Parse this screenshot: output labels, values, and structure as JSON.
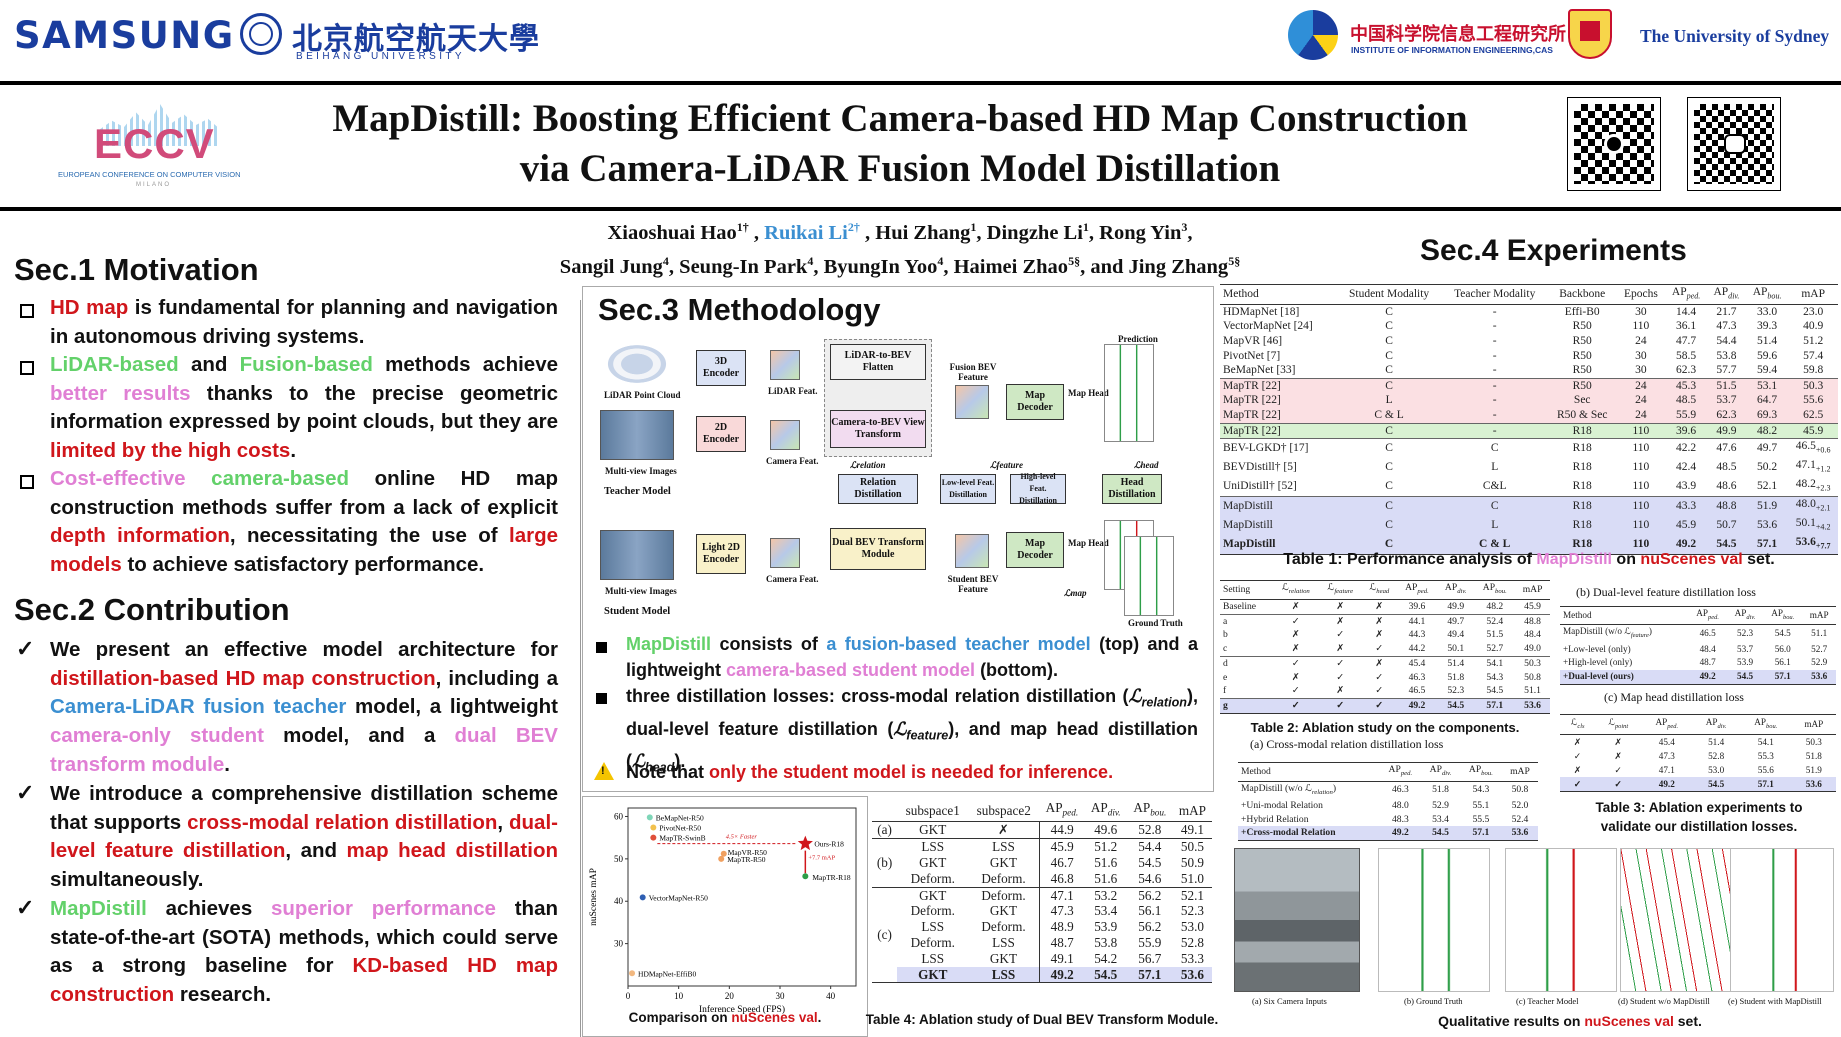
{
  "header": {
    "samsung": "SAMSUNG",
    "beihang_cn": "北京航空航天大學",
    "beihang_en": "BEIHANG UNIVERSITY",
    "cas_cn": "中国科学院信息工程研究所",
    "cas_en": "INSTITUTE OF INFORMATION ENGINEERING,CAS",
    "sydney": "The University of Sydney",
    "eccv_logo": "ECCV",
    "eccv_sub": "EUROPEAN CONFERENCE ON COMPUTER VISION",
    "eccv_city": "MILANO",
    "title_line1": "MapDistill: Boosting Efficient Camera-based HD Map Construction",
    "title_line2": "via Camera-LiDAR Fusion Model Distillation"
  },
  "authors": {
    "line1": [
      {
        "t": "Xiaoshuai Hao",
        "s": "1†"
      },
      {
        "t": " , ",
        "s": ""
      },
      {
        "t": "Ruikai Li",
        "s": "2†",
        "blue": true
      },
      {
        "t": " , Hui Zhang",
        "s": "1"
      },
      {
        "t": ", Dingzhe Li",
        "s": "1"
      },
      {
        "t": ", Rong Yin",
        "s": "3"
      },
      {
        "t": ",",
        "s": ""
      }
    ],
    "line2": [
      {
        "t": "Sangil Jung",
        "s": "4"
      },
      {
        "t": ", Seung-In Park",
        "s": "4"
      },
      {
        "t": ", ByungIn Yoo",
        "s": "4"
      },
      {
        "t": ", Haimei Zhao",
        "s": "5§"
      },
      {
        "t": ", and Jing Zhang",
        "s": "5§"
      }
    ]
  },
  "sec1": {
    "title": "Sec.1 Motivation",
    "items": [
      [
        {
          "t": "HD map",
          "c": "red"
        },
        {
          "t": " is fundamental for planning and navigation in autonomous driving systems."
        }
      ],
      [
        {
          "t": "LiDAR-based",
          "c": "green"
        },
        {
          "t": " and "
        },
        {
          "t": "Fusion-based",
          "c": "green"
        },
        {
          "t": " methods achieve "
        },
        {
          "t": "better results",
          "c": "pink"
        },
        {
          "t": " thanks to the precise geometric information expressed by point clouds, but they are "
        },
        {
          "t": "limited by the high costs",
          "c": "red"
        },
        {
          "t": "."
        }
      ],
      [
        {
          "t": "Cost-effective",
          "c": "pink"
        },
        {
          "t": " "
        },
        {
          "t": "camera-based",
          "c": "green"
        },
        {
          "t": " online HD map construction methods suffer from a lack of explicit "
        },
        {
          "t": "depth information",
          "c": "red"
        },
        {
          "t": ", necessitating the use of "
        },
        {
          "t": "large models",
          "c": "red"
        },
        {
          "t": " to achieve satisfactory performance."
        }
      ]
    ]
  },
  "sec2": {
    "title": "Sec.2 Contribution",
    "items": [
      [
        {
          "t": "We present an effective model architecture for "
        },
        {
          "t": "distillation-based HD map construction",
          "c": "red"
        },
        {
          "t": ", including a "
        },
        {
          "t": "Camera-LiDAR fusion teacher",
          "c": "blue"
        },
        {
          "t": " model, a lightweight "
        },
        {
          "t": "camera-only student",
          "c": "pink"
        },
        {
          "t": " model, and a "
        },
        {
          "t": "dual BEV transform module",
          "c": "pink"
        },
        {
          "t": "."
        }
      ],
      [
        {
          "t": "We introduce a comprehensive distillation scheme that supports "
        },
        {
          "t": "cross-modal relation distillation",
          "c": "red"
        },
        {
          "t": ", "
        },
        {
          "t": "dual-level feature distillation",
          "c": "red"
        },
        {
          "t": ", and "
        },
        {
          "t": "map head distillation",
          "c": "red"
        },
        {
          "t": " simultaneously."
        }
      ],
      [
        {
          "t": "MapDistill",
          "c": "green"
        },
        {
          "t": " achieves "
        },
        {
          "t": "superior performance",
          "c": "pink"
        },
        {
          "t": " than state-of-the-art (SOTA) methods, which could serve as a strong baseline for "
        },
        {
          "t": "KD-based HD map construction",
          "c": "red"
        },
        {
          "t": " research."
        }
      ]
    ]
  },
  "sec3": {
    "title": "Sec.3 Methodology",
    "diagram": {
      "lidar_pc": "LiDAR Point Cloud",
      "enc3d": "3D Encoder",
      "lidar_feat": "LiDAR Feat.",
      "lidar_bev": "LiDAR-to-BEV Flatten",
      "mv_images": "Multi-view Images",
      "enc2d": "2D Encoder",
      "camera_feat": "Camera Feat.",
      "cam_bev": "Camera-to-BEV View Transform",
      "fusion_bev": "Fusion BEV Feature",
      "map_decoder": "Map Decoder",
      "map_head": "Map Head",
      "prediction": "Prediction",
      "teacher": "Teacher Model",
      "l_relation": "ℒrelation",
      "relation_distill": "Relation Distillation",
      "l_feature": "ℒfeature",
      "low_level": "Low-level Feat. Distillation",
      "high_level": "High-level Feat. Distillation",
      "l_head": "ℒhead",
      "head_distill": "Head Distillation",
      "light_enc": "Light 2D Encoder",
      "dual_bev": "Dual BEV Transform Module",
      "student_bev": "Student BEV Feature",
      "student": "Student Model",
      "l_map": "ℒmap",
      "ground_truth": "Ground Truth"
    },
    "bullets": [
      [
        {
          "t": "MapDistill",
          "c": "green"
        },
        {
          "t": " consists of "
        },
        {
          "t": "a fusion-based teacher model",
          "c": "blue"
        },
        {
          "t": " (top) and a lightweight "
        },
        {
          "t": "camera-based student model",
          "c": "pink"
        },
        {
          "t": " (bottom)."
        }
      ],
      [
        {
          "t": "three distillation losses: cross-modal relation distillation ("
        },
        {
          "t": "ℒ",
          "m": true
        },
        {
          "t": "relation",
          "sub": true
        },
        {
          "t": "), dual-level feature distillation ("
        },
        {
          "t": "ℒ",
          "m": true
        },
        {
          "t": "feature",
          "sub": true
        },
        {
          "t": "), and map head distillation ("
        },
        {
          "t": "ℒ",
          "m": true
        },
        {
          "t": "head",
          "sub": true
        },
        {
          "t": ")."
        }
      ]
    ],
    "note": [
      {
        "t": "Note that "
      },
      {
        "t": "only the student model is needed for inference.",
        "c": "red"
      }
    ]
  },
  "sec4": {
    "title": "Sec.4 Experiments"
  },
  "table1": {
    "headers": [
      "Method",
      "Student Modality",
      "Teacher Modality",
      "Backbone",
      "Epochs",
      "APped.",
      "APdiv.",
      "APbou.",
      "mAP"
    ],
    "rows": [
      {
        "c": [
          "HDMapNet [18]",
          "C",
          "-",
          "Effi-B0",
          "30",
          "14.4",
          "21.7",
          "33.0",
          "23.0"
        ]
      },
      {
        "c": [
          "VectorMapNet [24]",
          "C",
          "-",
          "R50",
          "110",
          "36.1",
          "47.3",
          "39.3",
          "40.9"
        ]
      },
      {
        "c": [
          "MapVR [46]",
          "C",
          "-",
          "R50",
          "24",
          "47.7",
          "54.4",
          "51.4",
          "51.2"
        ]
      },
      {
        "c": [
          "PivotNet [7]",
          "C",
          "-",
          "R50",
          "30",
          "58.5",
          "53.8",
          "59.6",
          "57.4"
        ]
      },
      {
        "c": [
          "BeMapNet [33]",
          "C",
          "-",
          "R50",
          "30",
          "62.3",
          "57.7",
          "59.4",
          "59.8"
        ]
      },
      {
        "c": [
          "MapTR [22]",
          "C",
          "-",
          "R50",
          "24",
          "45.3",
          "51.5",
          "53.1",
          "50.3"
        ],
        "bg": "bgr"
      },
      {
        "c": [
          "MapTR [22]",
          "L",
          "-",
          "Sec",
          "24",
          "48.5",
          "53.7",
          "64.7",
          "55.6"
        ],
        "bg": "bgr"
      },
      {
        "c": [
          "MapTR [22]",
          "C & L",
          "-",
          "R50 & Sec",
          "24",
          "55.9",
          "62.3",
          "69.3",
          "62.5"
        ],
        "bg": "bgr"
      },
      {
        "c": [
          "MapTR [22]",
          "C",
          "-",
          "R18",
          "110",
          "39.6",
          "49.9",
          "48.2",
          "45.9"
        ],
        "bg": "bgg"
      },
      {
        "c": [
          "BEV-LGKD† [17]",
          "C",
          "C",
          "R18",
          "110",
          "42.2",
          "47.6",
          "49.7",
          "46.5+0.6"
        ]
      },
      {
        "c": [
          "BEVDistill† [5]",
          "C",
          "L",
          "R18",
          "110",
          "42.4",
          "48.5",
          "50.2",
          "47.1+1.2"
        ]
      },
      {
        "c": [
          "UniDistill† [52]",
          "C",
          "C&L",
          "R18",
          "110",
          "43.9",
          "48.6",
          "52.1",
          "48.2+2.3"
        ]
      },
      {
        "c": [
          "MapDistill",
          "C",
          "C",
          "R18",
          "110",
          "43.3",
          "48.8",
          "51.9",
          "48.0+2.1"
        ],
        "bg": "bgb"
      },
      {
        "c": [
          "MapDistill",
          "C",
          "L",
          "R18",
          "110",
          "45.9",
          "50.7",
          "53.6",
          "50.1+4.2"
        ],
        "bg": "bgb"
      },
      {
        "c": [
          "MapDistill",
          "C",
          "C & L",
          "R18",
          "110",
          "49.2",
          "54.5",
          "57.1",
          "53.6+7.7"
        ],
        "bg": "bgb",
        "b": true
      }
    ],
    "caption": [
      {
        "t": "Table 1: Performance analysis of "
      },
      {
        "t": "MapDistill",
        "c": "pink"
      },
      {
        "t": " on "
      },
      {
        "t": "nuScenes val",
        "c": "red"
      },
      {
        "t": " set."
      }
    ]
  },
  "table2": {
    "headers": [
      "Setting",
      "ℒrelation",
      "ℒfeature",
      "ℒhead",
      "APped.",
      "APdiv.",
      "APbou.",
      "mAP"
    ],
    "rows": [
      {
        "c": [
          "Baseline",
          "✗",
          "✗",
          "✗",
          "39.6",
          "49.9",
          "48.2",
          "45.9"
        ]
      },
      {
        "c": [
          "a",
          "✓",
          "✗",
          "✗",
          "44.1",
          "49.7",
          "52.4",
          "48.8"
        ]
      },
      {
        "c": [
          "b",
          "✗",
          "✓",
          "✗",
          "44.3",
          "49.4",
          "51.5",
          "48.4"
        ]
      },
      {
        "c": [
          "c",
          "✗",
          "✗",
          "✓",
          "44.2",
          "50.1",
          "52.7",
          "49.0"
        ]
      },
      {
        "c": [
          "d",
          "✓",
          "✓",
          "✗",
          "45.4",
          "51.4",
          "54.1",
          "50.3"
        ]
      },
      {
        "c": [
          "e",
          "✗",
          "✓",
          "✓",
          "46.3",
          "51.8",
          "54.3",
          "50.8"
        ]
      },
      {
        "c": [
          "f",
          "✓",
          "✗",
          "✓",
          "46.5",
          "52.3",
          "54.5",
          "51.1"
        ]
      },
      {
        "c": [
          "g",
          "✓",
          "✓",
          "✓",
          "49.2",
          "54.5",
          "57.1",
          "53.6"
        ],
        "bg": "bgb",
        "b": true
      }
    ],
    "caption": "Table 2: Ablation study on the components."
  },
  "table3a": {
    "title": "(a) Cross-modal relation distillation loss",
    "headers": [
      "Method",
      "APped.",
      "APdiv.",
      "APbou.",
      "mAP"
    ],
    "rows": [
      {
        "c": [
          "MapDistill (w/o ℒrelation)",
          "46.3",
          "51.8",
          "54.3",
          "50.8"
        ]
      },
      {
        "c": [
          "+Uni-modal Relation",
          "48.0",
          "52.9",
          "55.1",
          "52.0"
        ]
      },
      {
        "c": [
          "+Hybrid Relation",
          "48.3",
          "53.4",
          "55.5",
          "52.4"
        ]
      },
      {
        "c": [
          "+Cross-modal Relation",
          "49.2",
          "54.5",
          "57.1",
          "53.6"
        ],
        "bg": "bgb",
        "b": true
      }
    ]
  },
  "table3b": {
    "title": "(b) Dual-level feature distillation loss",
    "headers": [
      "Method",
      "APped.",
      "APdiv.",
      "APbou.",
      "mAP"
    ],
    "rows": [
      {
        "c": [
          "MapDistill (w/o ℒfeature)",
          "46.5",
          "52.3",
          "54.5",
          "51.1"
        ]
      },
      {
        "c": [
          "+Low-level (only)",
          "48.4",
          "53.7",
          "56.0",
          "52.7"
        ]
      },
      {
        "c": [
          "+High-level (only)",
          "48.7",
          "53.9",
          "56.1",
          "52.9"
        ]
      },
      {
        "c": [
          "+Dual-level (ours)",
          "49.2",
          "54.5",
          "57.1",
          "53.6"
        ],
        "bg": "bgb",
        "b": true
      }
    ]
  },
  "table3c": {
    "title": "(c) Map head distillation loss",
    "headers": [
      "ℒcls",
      "ℒpoint",
      "APped.",
      "APdiv.",
      "APbou.",
      "mAP"
    ],
    "rows": [
      {
        "c": [
          "✗",
          "✗",
          "45.4",
          "51.4",
          "54.1",
          "50.3"
        ]
      },
      {
        "c": [
          "✓",
          "✗",
          "47.3",
          "52.8",
          "55.3",
          "51.8"
        ]
      },
      {
        "c": [
          "✗",
          "✓",
          "47.1",
          "53.0",
          "55.6",
          "51.9"
        ]
      },
      {
        "c": [
          "✓",
          "✓",
          "49.2",
          "54.5",
          "57.1",
          "53.6"
        ],
        "bg": "bgb",
        "b": true
      }
    ]
  },
  "table3_caption": "Table 3: Ablation experiments to validate our distillation losses.",
  "table4": {
    "headers": [
      "",
      "subspace1",
      "subspace2",
      "APped.",
      "APdiv.",
      "APbou.",
      "mAP"
    ],
    "groups": [
      {
        "label": "(a)",
        "rows": [
          [
            "GKT",
            "✗",
            "44.9",
            "49.6",
            "52.8",
            "49.1"
          ]
        ]
      },
      {
        "label": "(b)",
        "rows": [
          [
            "LSS",
            "LSS",
            "45.9",
            "51.2",
            "54.4",
            "50.5"
          ],
          [
            "GKT",
            "GKT",
            "46.7",
            "51.6",
            "54.5",
            "50.9"
          ],
          [
            "Deform.",
            "Deform.",
            "46.8",
            "51.6",
            "54.6",
            "51.0"
          ]
        ]
      },
      {
        "label": "(c)",
        "rows": [
          [
            "GKT",
            "Deform.",
            "47.1",
            "53.2",
            "56.2",
            "52.1"
          ],
          [
            "Deform.",
            "GKT",
            "47.3",
            "53.4",
            "56.1",
            "52.3"
          ],
          [
            "LSS",
            "Deform.",
            "48.9",
            "53.9",
            "56.2",
            "53.0"
          ],
          [
            "Deform.",
            "LSS",
            "48.7",
            "53.8",
            "55.9",
            "52.8"
          ],
          [
            "LSS",
            "GKT",
            "49.1",
            "54.2",
            "56.7",
            "53.3"
          ],
          [
            "GKT",
            "LSS",
            "49.2",
            "54.5",
            "57.1",
            "53.6"
          ]
        ]
      }
    ],
    "caption": "Table 4: Ablation study of Dual BEV Transform Module."
  },
  "chart_data": {
    "type": "scatter",
    "xlabel": "Inference Speed (FPS)",
    "ylabel": "nuScenes mAP",
    "xlim": [
      0,
      45
    ],
    "ylim": [
      20,
      62
    ],
    "xticks": [
      0,
      10,
      20,
      30,
      40
    ],
    "yticks": [
      30,
      40,
      50,
      60
    ],
    "points": [
      {
        "name": "BeMapNet-R50",
        "x": 4.3,
        "y": 59.8,
        "color": "#7fd6b8"
      },
      {
        "name": "PivotNet-R50",
        "x": 5.0,
        "y": 57.4,
        "color": "#f2c14e"
      },
      {
        "name": "MapTR-SwinB",
        "x": 5.0,
        "y": 55.0,
        "color": "#e0503a"
      },
      {
        "name": "MapVR-R50",
        "x": 18.9,
        "y": 51.2,
        "color": "#f0a060"
      },
      {
        "name": "MapTR-R50",
        "x": 18.4,
        "y": 50.0,
        "color": "#f0a060"
      },
      {
        "name": "VectorMapNet-R50",
        "x": 2.9,
        "y": 40.9,
        "color": "#2f5fb3"
      },
      {
        "name": "MapTR-R18",
        "x": 35.0,
        "y": 45.9,
        "color": "#2e9e48"
      },
      {
        "name": "Ours-R18",
        "x": 35.0,
        "y": 53.6,
        "color": "#d0161b",
        "star": true
      },
      {
        "name": "HDMapNet-EffiB0",
        "x": 0.8,
        "y": 23.0,
        "color": "#f2b880"
      }
    ],
    "annotations": [
      "4.5× Faster",
      "+7.7 mAP"
    ]
  },
  "chart_caption": [
    {
      "t": "Comparison on "
    },
    {
      "t": "nuScenes val",
      "c": "red"
    },
    {
      "t": "."
    }
  ],
  "qualitative": {
    "labels": [
      "(a) Six Camera Inputs",
      "(b) Ground Truth",
      "(c) Teacher Model",
      "(d) Student w/o MapDistill",
      "(e) Student with MapDistill"
    ],
    "caption": [
      {
        "t": "Qualitative results on "
      },
      {
        "t": "nuScenes val",
        "c": "red"
      },
      {
        "t": " set."
      }
    ]
  }
}
